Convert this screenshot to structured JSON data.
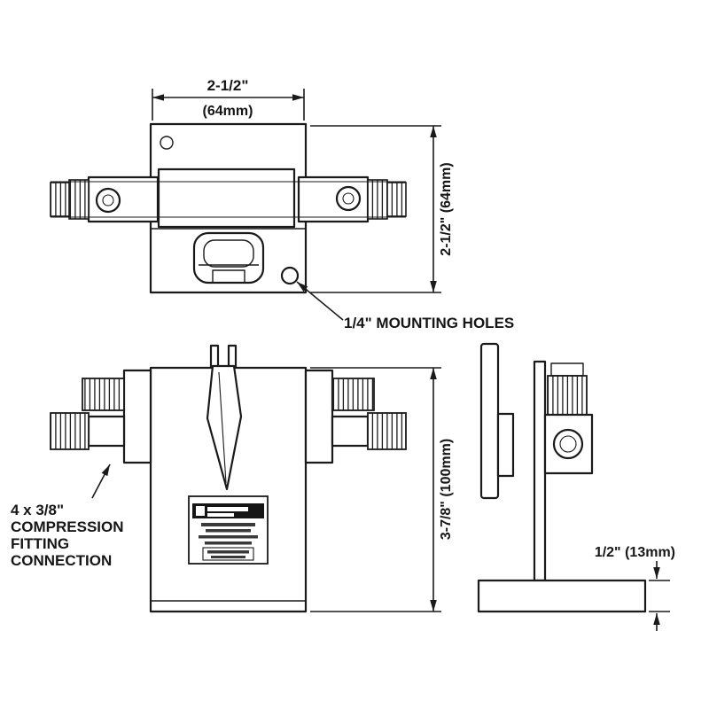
{
  "drawing": {
    "colors": {
      "line": "#1a1a1a",
      "background": "#ffffff"
    },
    "dimensions": {
      "top_width": "2-1/2\"",
      "top_width_mm": "(64mm)",
      "side_height": "2-1/2\" (64mm)",
      "front_height": "3-7/8\" (100mm)",
      "base_thickness": "1/2\" (13mm)"
    },
    "callouts": {
      "mounting_holes": "1/4\" MOUNTING HOLES",
      "compression": [
        "4 x 3/8\"",
        "COMPRESSION",
        "FITTING",
        "CONNECTION"
      ]
    }
  }
}
